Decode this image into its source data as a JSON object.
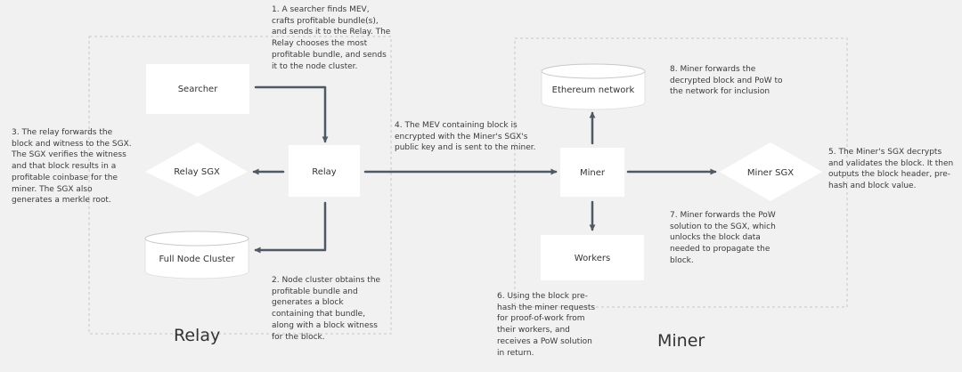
{
  "nodes": {
    "searcher": "Searcher",
    "relay": "Relay",
    "relay_sgx": "Relay SGX",
    "full_node_cluster": "Full Node Cluster",
    "ethereum_network": "Ethereum network",
    "miner": "Miner",
    "miner_sgx": "Miner SGX",
    "workers": "Workers"
  },
  "regions": {
    "relay": "Relay",
    "miner": "Miner"
  },
  "notes": {
    "step1": "1. A searcher finds MEV,\ncrafts profitable bundle(s),\nand sends it to the Relay. The\nRelay chooses the most\nprofitable bundle, and sends\nit to the node cluster.",
    "step2": "2. Node cluster obtains the\nprofitable bundle and\ngenerates a block\ncontaining that bundle,\nalong with a block witness\nfor the block.",
    "step3": "3. The relay forwards the\nblock and witness to the SGX.\nThe SGX verifies the witness\nand that block results in a\nprofitable coinbase for the\nminer. The SGX also\ngenerates a merkle root.",
    "step4": "4. The MEV containing block is\nencrypted with the Miner's SGX's\npublic key and is sent to the miner.",
    "step5": "5. The Miner's SGX decrypts\nand validates the block. It then\noutputs the block header, pre-\nhash and block value.",
    "step6": "6. Using the block pre-\nhash the miner requests\nfor proof-of-work from\ntheir workers, and\nreceives a PoW solution\nin return.",
    "step7": "7. Miner forwards the PoW\nsolution to the SGX, which\nunlocks the block data\nneeded to propagate the\nblock.",
    "step8": "8. Miner forwards the\ndecrypted block and PoW to\nthe network for inclusion"
  },
  "colors": {
    "background": "#f1f1f1",
    "node_fill": "#ffffff",
    "arrow": "#4e5964",
    "region_border": "#c6c6c6",
    "text": "#333333"
  }
}
